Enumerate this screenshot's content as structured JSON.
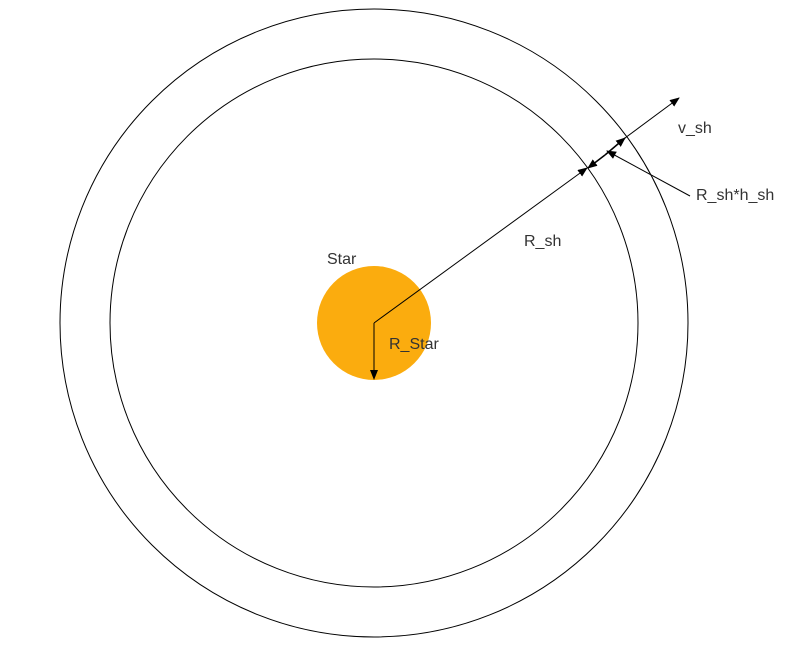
{
  "labels": {
    "star": "Star",
    "r_star": "R_Star",
    "r_sh": "R_sh",
    "r_sh_h_sh": "R_sh*h_sh",
    "v_sh": "v_sh"
  },
  "colors": {
    "star_fill": "#FBAC0E",
    "line": "#000000",
    "text": "#333333",
    "background": "#FFFFFF"
  }
}
